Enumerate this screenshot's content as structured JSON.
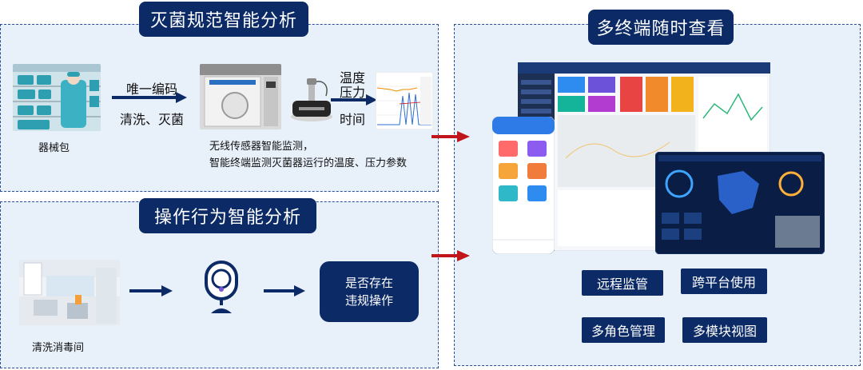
{
  "sterilization": {
    "title": "灭菌规范智能分析",
    "instrument_caption": "器械包",
    "unique_code_label": "唯一编码",
    "wash_label": "清洗、灭菌",
    "temperature_label": "温度",
    "pressure_label": "压力",
    "time_label": "时间",
    "sensor_caption_line1": "无线传感器智能监测，",
    "sensor_caption_line2": "智能终端监测灭菌器运行的温度、压力参数"
  },
  "behavior": {
    "title": "操作行为智能分析",
    "room_caption": "清洗消毒间",
    "violation_line1": "是否存在",
    "violation_line2": "违规操作"
  },
  "multi_terminal": {
    "title": "多终端随时查看",
    "features": [
      "远程监管",
      "跨平台使用",
      "多角色管理",
      "多模块视图"
    ]
  },
  "colors": {
    "navy": "#0b2a66",
    "panel_bg": "#e8f0fa",
    "arrow_red": "#c0151b"
  }
}
